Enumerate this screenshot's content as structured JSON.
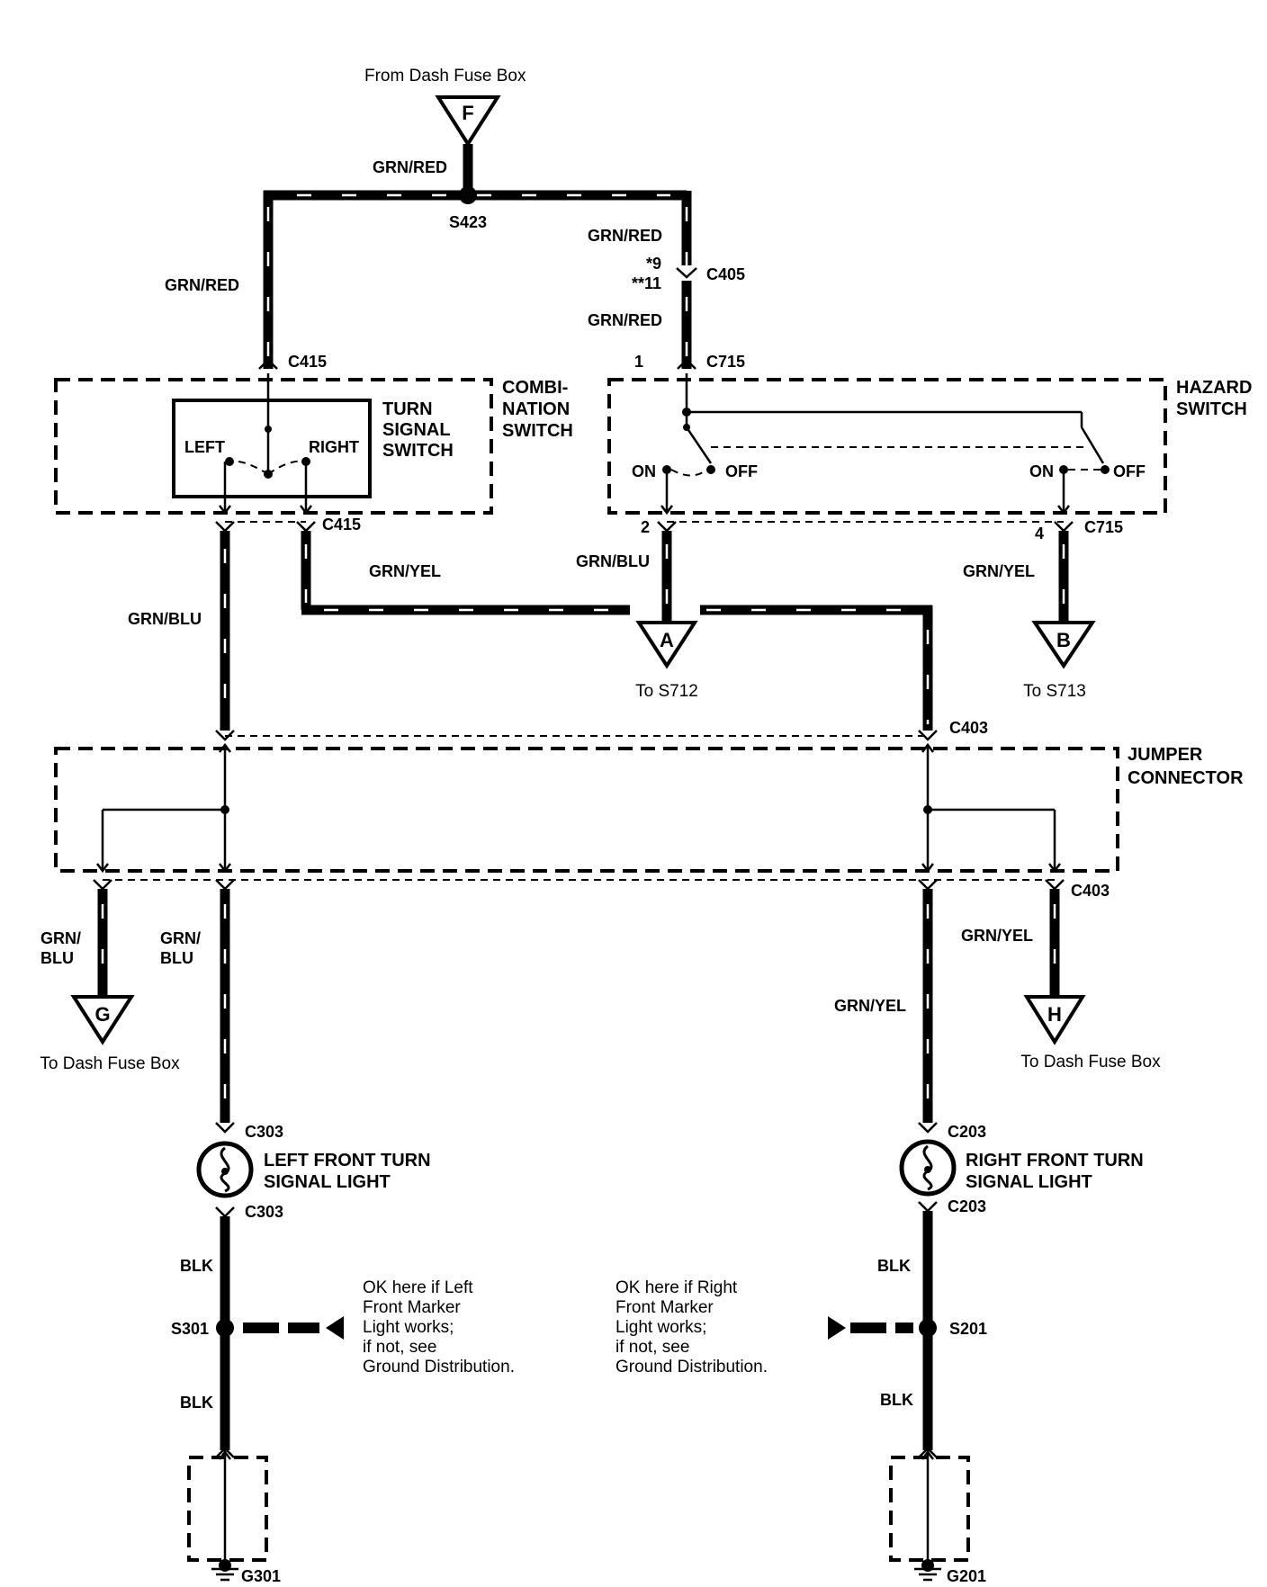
{
  "source": {
    "label": "From Dash Fuse Box",
    "connector": "F"
  },
  "splices": {
    "s423": "S423",
    "s301": "S301",
    "s201": "S201"
  },
  "wires": {
    "grn_red": "GRN/RED",
    "grn_blu": "GRN/BLU",
    "grn_yel": "GRN/YEL",
    "grn_blu_split_1": "GRN/",
    "grn_blu_split_2": "BLU",
    "blk": "BLK"
  },
  "connectors": {
    "c405": "C405",
    "c405_pin_a": "*9",
    "c405_pin_b": "**11",
    "c415": "C415",
    "c715": "C715",
    "c715_pin1": "1",
    "c715_pin2": "2",
    "c715_pin4": "4",
    "c403": "C403",
    "c303": "C303",
    "c203": "C203"
  },
  "components": {
    "combination_switch": [
      "COMBI-",
      "NATION",
      "SWITCH"
    ],
    "turn_signal_switch": [
      "TURN",
      "SIGNAL",
      "SWITCH"
    ],
    "left": "LEFT",
    "right": "RIGHT",
    "hazard_switch": [
      "HAZARD",
      "SWITCH"
    ],
    "on": "ON",
    "off": "OFF",
    "jumper_connector": [
      "JUMPER",
      "CONNECTOR"
    ],
    "left_front_light": [
      "LEFT FRONT TURN",
      "SIGNAL LIGHT"
    ],
    "right_front_light": [
      "RIGHT FRONT TURN",
      "SIGNAL LIGHT"
    ]
  },
  "off_page": {
    "a": {
      "letter": "A",
      "label": "To S712"
    },
    "b": {
      "letter": "B",
      "label": "To S713"
    },
    "g": {
      "letter": "G",
      "label": "To Dash Fuse Box"
    },
    "h": {
      "letter": "H",
      "label": "To Dash Fuse Box"
    }
  },
  "notes": {
    "left": [
      "OK here if Left",
      "Front Marker",
      "Light works;",
      "if not, see",
      "Ground Distribution."
    ],
    "right": [
      "OK here if Right",
      "Front Marker",
      "Light works;",
      "if not, see",
      "Ground Distribution."
    ]
  },
  "grounds": {
    "g301": "G301",
    "g201": "G201"
  }
}
